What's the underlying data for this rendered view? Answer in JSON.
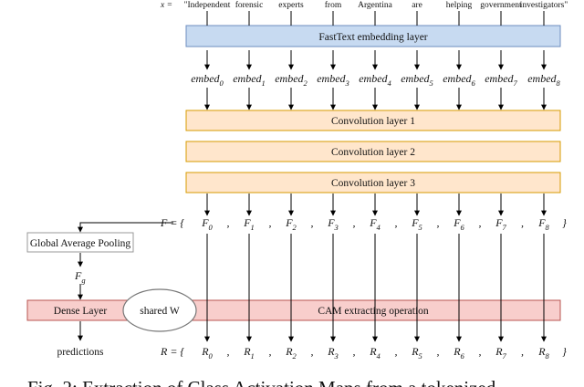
{
  "input": {
    "prefix": "x =",
    "tokens": [
      "\"Independent",
      "forensic",
      "experts",
      "from",
      "Argentina",
      "are",
      "helping",
      "government",
      "investigators\""
    ]
  },
  "embedding_layer": {
    "label": "FastText embedding layer"
  },
  "embed_label": "embed",
  "conv_layers": [
    "Convolution layer 1",
    "Convolution layer 2",
    "Convolution layer 3"
  ],
  "features": {
    "prefix": "F = {",
    "symbol": "F",
    "close": "}",
    "separator": ","
  },
  "pooling": {
    "label": "Global Average Pooling"
  },
  "pooled": {
    "symbol": "F",
    "subscript": "g"
  },
  "dense": {
    "label": "Dense Layer"
  },
  "shared": {
    "label": "shared W"
  },
  "cam": {
    "label": "CAM extracting operation"
  },
  "predictions": {
    "label": "predictions"
  },
  "results": {
    "prefix": "R = {",
    "symbol": "R",
    "close": "}",
    "separator": ","
  },
  "indices": [
    "0",
    "1",
    "2",
    "3",
    "4",
    "5",
    "6",
    "7",
    "8"
  ],
  "caption": "Fig. 2: Extraction of Class Activation Maps from a tokenized",
  "colors": {
    "embedding_fill": "#c7daf1",
    "embedding_stroke": "#6c8ebf",
    "conv_fill": "#ffe6cc",
    "conv_stroke": "#d79b00",
    "dense_fill": "#f8cecc",
    "dense_stroke": "#b85450",
    "pool_stroke": "#999999"
  }
}
